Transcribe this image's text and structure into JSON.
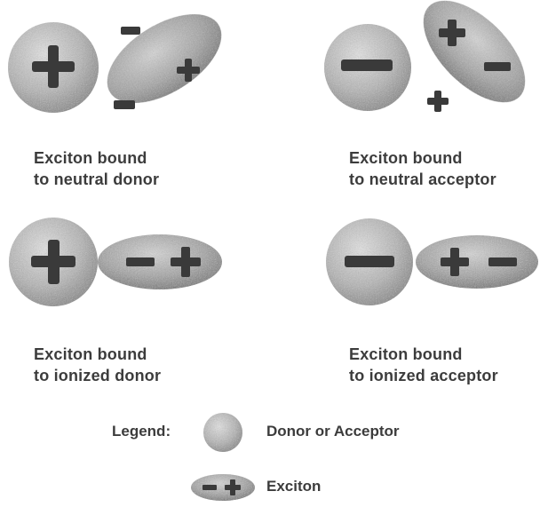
{
  "panels": [
    {
      "line1": "Exciton bound",
      "line2": "to neutral donor"
    },
    {
      "line1": "Exciton bound",
      "line2": "to neutral acceptor"
    },
    {
      "line1": "Exciton bound",
      "line2": "to ionized donor"
    },
    {
      "line1": "Exciton bound",
      "line2": "to ionized acceptor"
    }
  ],
  "legend": {
    "title": "Legend:",
    "impurity_label": "Donor or Acceptor",
    "exciton_label": "Exciton"
  },
  "colors": {
    "sphere_light": "#d8d8d8",
    "sphere_dark": "#8a8a8a",
    "exciton_light": "#c8c8c8",
    "exciton_dark": "#6a6a6a",
    "sign": "#3a3a3a",
    "text": "#3c3c3c"
  },
  "icons": [
    "plus-sign-icon",
    "minus-sign-icon",
    "donor-acceptor-sphere-icon",
    "exciton-ellipse-icon"
  ]
}
